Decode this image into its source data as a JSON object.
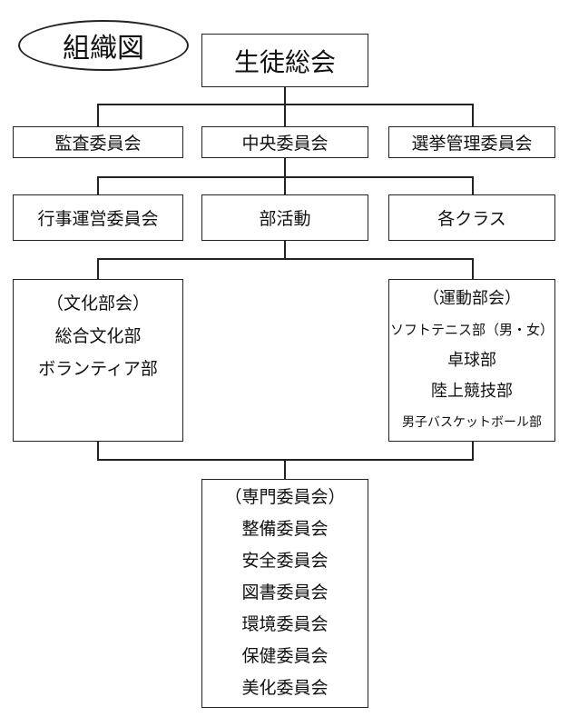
{
  "title": "組織図",
  "top": "生徒総会",
  "level2": [
    "監査委員会",
    "中央委員会",
    "選挙管理委員会"
  ],
  "level3": [
    "行事運営委員会",
    "部活動",
    "各クラス"
  ],
  "culture": {
    "heading": "（文化部会）",
    "items": [
      "総合文化部",
      "ボランティア部"
    ]
  },
  "sports": {
    "heading": "（運動部会）",
    "items": [
      "ソフトテニス部（男・女）",
      "卓球部",
      "陸上競技部",
      "男子バスケットボール部"
    ]
  },
  "special": {
    "heading": "（専門委員会）",
    "items": [
      "整備委員会",
      "安全委員会",
      "図書委員会",
      "環境委員会",
      "保健委員会",
      "美化委員会"
    ]
  }
}
